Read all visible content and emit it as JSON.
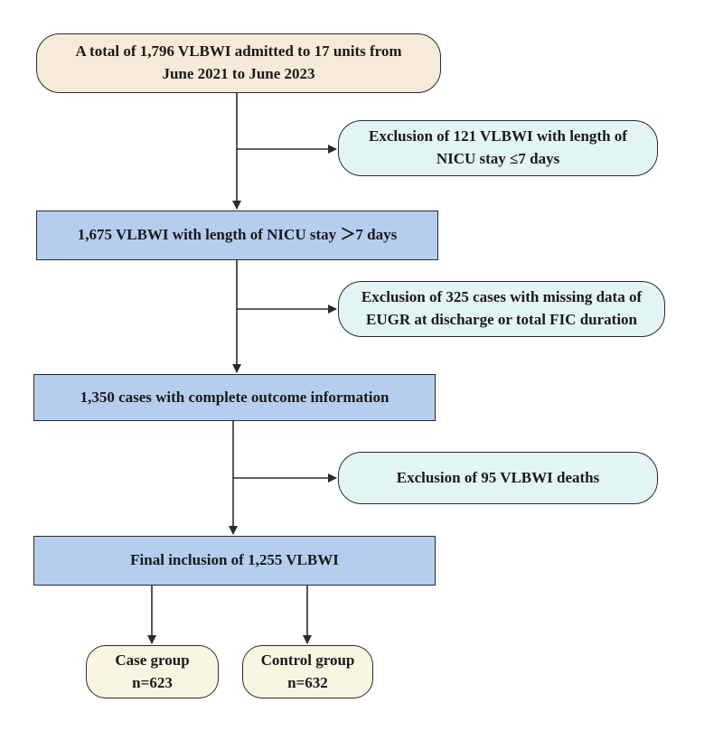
{
  "colors": {
    "start_fill": "#f6ead8",
    "exclusion_fill": "#e3f4f4",
    "step_fill": "#b5cdee",
    "group_fill": "#f8f5e3",
    "line": "#2b2b2b"
  },
  "nodes": {
    "start": {
      "line1": "A total of 1,796 VLBWI admitted to 17 units from",
      "line2": "June 2021 to June 2023"
    },
    "exclusion1": {
      "line1": "Exclusion of 121 VLBWI with length of",
      "line2": "NICU stay ≤7 days"
    },
    "step1": {
      "text": "1,675 VLBWI with length of NICU stay ＞7 days"
    },
    "exclusion2": {
      "line1": "Exclusion of 325 cases with missing data of",
      "line2": "EUGR at discharge or total FIC duration"
    },
    "step2": {
      "text": "1,350 cases with complete outcome information"
    },
    "exclusion3": {
      "text": "Exclusion of 95 VLBWI deaths"
    },
    "step3": {
      "text": "Final inclusion of 1,255 VLBWI"
    },
    "case_group": {
      "line1": "Case group",
      "line2": "n=623"
    },
    "control_group": {
      "line1": "Control group",
      "line2": "n=632"
    }
  }
}
